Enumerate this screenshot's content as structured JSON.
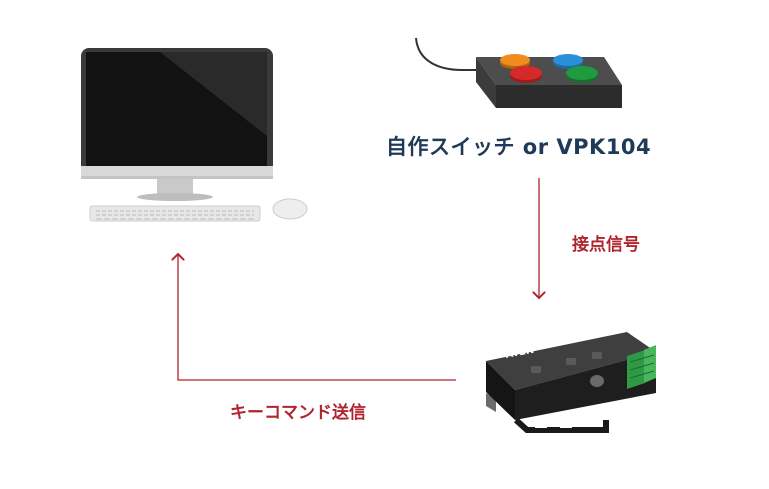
{
  "labels": {
    "switch_device": "自作スイッチ or VPK104",
    "contact_signal": "接点信号",
    "key_command": "キーコマンド送信"
  },
  "converter": {
    "brand": "ATEN"
  },
  "colors": {
    "arrow": "#b0242e",
    "navy_text": "#1f3a57",
    "button_orange": "#f08c1e",
    "button_blue": "#2a8fd6",
    "button_red": "#d62a2a",
    "button_green": "#1f9a3e"
  },
  "icons": {
    "computer": "desktop-monitor-icon",
    "keyboard": "keyboard-icon",
    "mouse": "mouse-icon",
    "switch": "four-button-switch-icon",
    "converter": "aten-converter-icon"
  }
}
